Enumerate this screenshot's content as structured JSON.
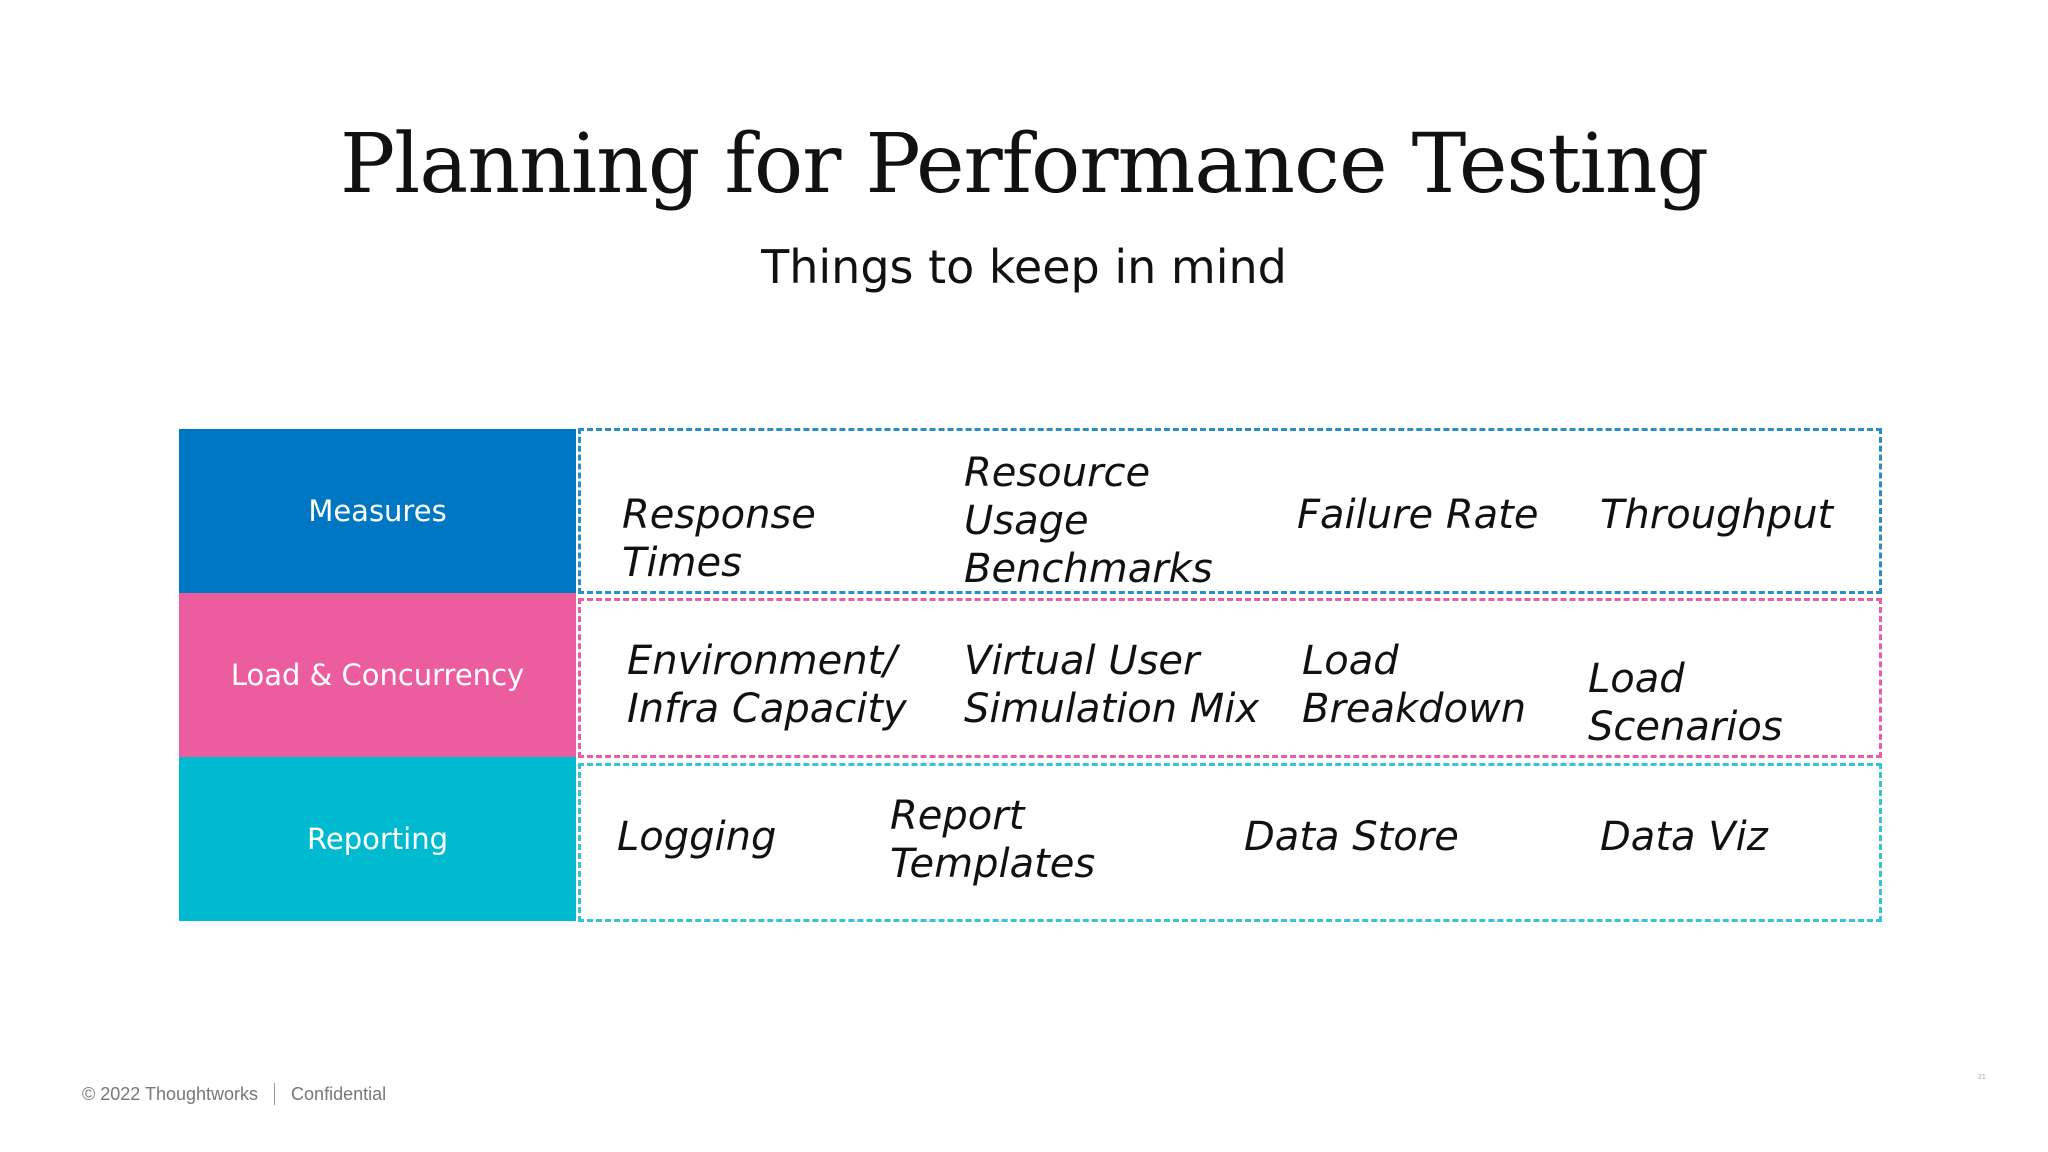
{
  "slide": {
    "title": "Planning for Performance Testing",
    "subtitle": "Things to keep in mind"
  },
  "rows": [
    {
      "label": "Measures",
      "color": "#0077C2",
      "border_color": "#2A8CC8",
      "items": [
        "Response\nTimes",
        "Resource\nUsage\nBenchmarks",
        "Failure Rate",
        "Throughput"
      ]
    },
    {
      "label": "Load & Concurrency",
      "color": "#EC5D9F",
      "border_color": "#EC5D9F",
      "items": [
        "Environment/\nInfra Capacity",
        "Virtual User\nSimulation Mix",
        "Load\nBreakdown",
        "Load\nScenarios"
      ]
    },
    {
      "label": "Reporting",
      "color": "#00BBD0",
      "border_color": "#33C4D5",
      "items": [
        "Logging",
        "Report\nTemplates",
        "Data Store",
        "Data Viz"
      ]
    }
  ],
  "footer": {
    "copyright": "© 2022 Thoughtworks",
    "classification": "Confidential",
    "page_number": "21"
  }
}
